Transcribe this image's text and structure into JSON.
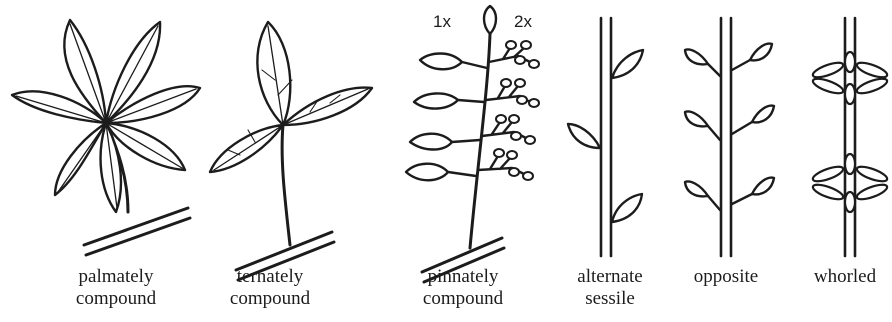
{
  "colors": {
    "ink": "#1c1c1c",
    "paper": "#ffffff"
  },
  "markers": {
    "first": "1x",
    "second": "2x"
  },
  "labels": {
    "palmately": [
      "palmately",
      "compound"
    ],
    "ternately": [
      "ternately",
      "compound"
    ],
    "pinnately": [
      "pinnately",
      "compound"
    ],
    "alternate": [
      "alternate",
      "sessile"
    ],
    "opposite": [
      "opposite"
    ],
    "whorled": [
      "whorled"
    ]
  }
}
